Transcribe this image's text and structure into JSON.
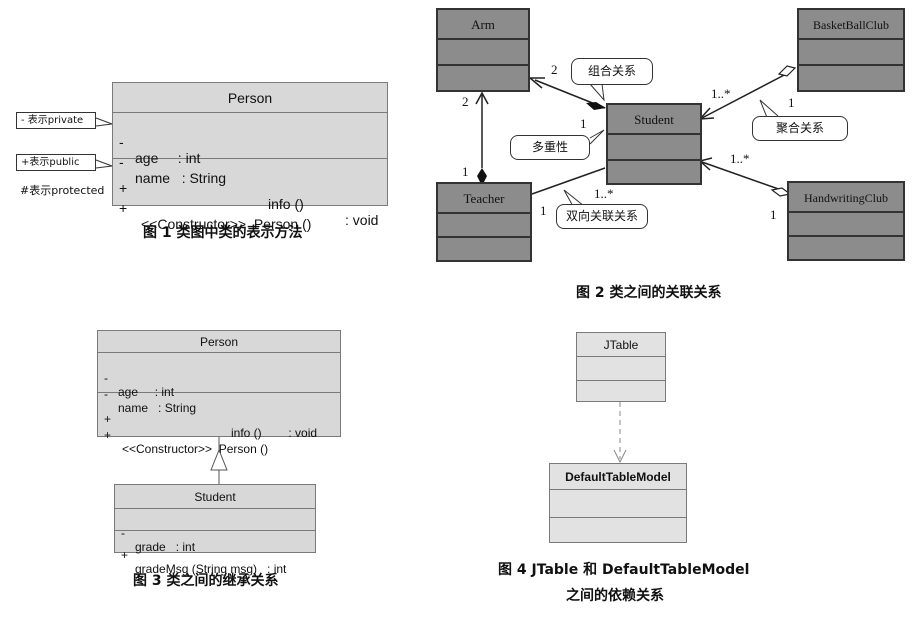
{
  "fig1": {
    "class_name": "Person",
    "attributes": [
      {
        "vis": "-",
        "text": "age     : int"
      },
      {
        "vis": "-",
        "text": "name   : String"
      }
    ],
    "operations": [
      {
        "vis": "+",
        "name": "info ()",
        "type": ": void"
      },
      {
        "vis": "+",
        "name": "<<Constructor>>  Person ()",
        "type": ""
      }
    ],
    "tags": {
      "private": "- 表示private",
      "public": "+表示public",
      "protected": "#表示protected"
    },
    "caption": "图 1  类图中类的表示方法"
  },
  "fig2": {
    "classes": {
      "arm": "Arm",
      "basketball": "BasketBallClub",
      "student": "Student",
      "teacher": "Teacher",
      "handwriting": "HandwritingClub"
    },
    "multiplicities": {
      "arm_student": "2",
      "arm_teacher": "2",
      "teacher_arm": "1",
      "basket_student": "1..*",
      "basket_side": "1",
      "student_top": "1",
      "teacher_student": "1",
      "student_teacher": "1..*",
      "hand_student": "1..*",
      "hand_side": "1"
    },
    "callouts": {
      "composition": "组合关系",
      "multiplicity": "多重性",
      "aggregation": "聚合关系",
      "bidirectional": "双向关联关系"
    },
    "caption": "图 2   类之间的关联关系"
  },
  "fig3": {
    "parent": {
      "name": "Person",
      "attributes": [
        {
          "vis": "-",
          "text": "age     : int"
        },
        {
          "vis": "-",
          "text": "name   : String"
        }
      ],
      "operations": [
        {
          "vis": "+",
          "text": "info ()        : void"
        },
        {
          "vis": "+",
          "text": "<<Constructor>>  Person ()"
        }
      ]
    },
    "child": {
      "name": "Student",
      "attributes": [
        {
          "vis": "-",
          "text": "grade   : int"
        }
      ],
      "operations": [
        {
          "vis": "+",
          "text": "gradeMsg (String msg)   : int"
        }
      ]
    },
    "caption": "图  3    类之间的继承关系"
  },
  "fig4": {
    "upper": "JTable",
    "lower": "DefaultTableModel",
    "caption_line1": "图 4    JTable 和 DefaultTableModel",
    "caption_line2": "之间的依赖关系"
  }
}
